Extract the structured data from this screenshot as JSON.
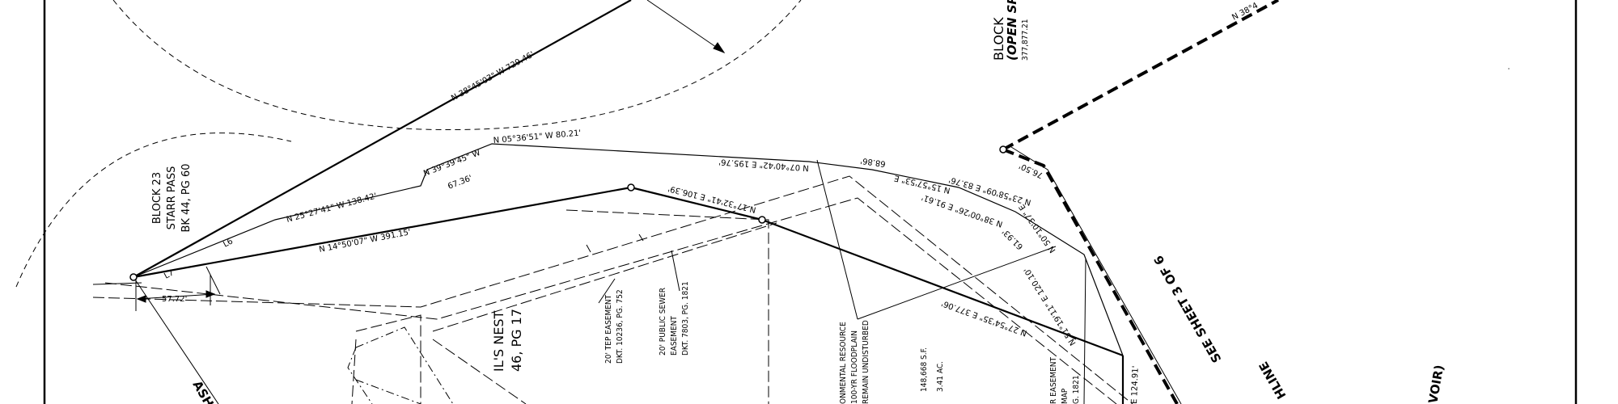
{
  "block23": {
    "name": "BLOCK 23",
    "subdivision": "STARR PASS",
    "book": "BK 44, PG 60"
  },
  "block_open_space": {
    "name": "BLOCK",
    "subtitle": "(OPEN SP",
    "area": "377,877.21"
  },
  "parcel": {
    "area_sf": "148,668 S.F.",
    "area_ac": "3.41 AC."
  },
  "hawks_nest": {
    "name": "IL'S NEST",
    "book": "46, PG 17"
  },
  "notes": {
    "tep_easement": [
      "20' TEP EASEMENT",
      "DKT. 10236, PG. 752"
    ],
    "sewer_easement": [
      "20' PUBLIC SEWER",
      "EASEMENT",
      "DKT. 7803, PG. 1821"
    ],
    "environmental": [
      "ONMENTAL RESOURCE",
      "100-YR FLOODPLAIN",
      "REMAIN UNDISTURBED"
    ],
    "map_easement": [
      "R EASEMENT",
      "MAP",
      "G. 1821"
    ]
  },
  "bearings": {
    "b1": "N 38°45'03\" W 729.46'",
    "b2": "N 25°27'41\" W 138.42'",
    "b3": "N 39°39'45\" W",
    "b3_dist": "67.36'",
    "b4": "N 05°36'51\" W 80.21'",
    "b5": "N 07°40'42\" E 195.76'",
    "b6": "N 14°50'07\" W 391.15'",
    "b7": "N 17°32'41\" E 106.39'",
    "b8": "68.86'",
    "b9": "N 15°57'53\" E",
    "b10": "N 23°58'09\" E 83.76'",
    "b11": "N 38°00'26\" E 91.61'",
    "b12": "76.50'",
    "b13": "N 50°10'37\" E",
    "b14": "61.93'",
    "b15": "N 51°19'11\" E 120.10'",
    "b16": "N 27°54'35\" E 377.06'",
    "b17": "E 124.91'",
    "b18": "N 38°4",
    "l6": "L6",
    "l7": "L7",
    "dim": "57.72'"
  },
  "sheet_ref": "SEE SHEET 3 OF 6",
  "matchline": "HLINE",
  "ash": "ASH",
  "reservoir": "VOIR)"
}
